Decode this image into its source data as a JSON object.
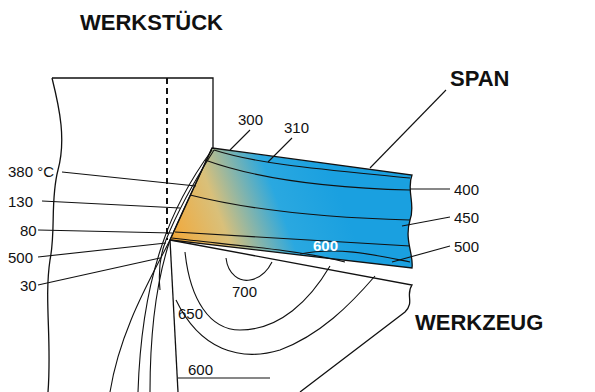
{
  "diagram": {
    "labels": [
      "WERKSTÜCK",
      "SPAN",
      "300",
      "310",
      "380 °C",
      "130",
      "80",
      "500",
      "30",
      "400",
      "450",
      "600",
      "500",
      "700",
      "650",
      "WERKZEUG",
      "600"
    ]
  }
}
